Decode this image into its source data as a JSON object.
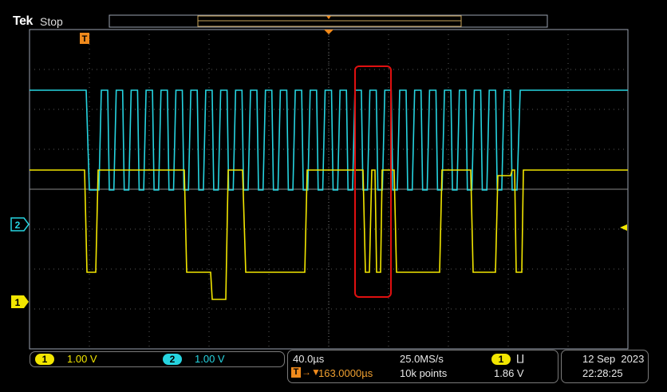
{
  "header": {
    "brand": "Tek",
    "acq_state": "Stop"
  },
  "channels": [
    {
      "id": "1",
      "scale": "1.00 V",
      "color": "#f2e600"
    },
    {
      "id": "2",
      "scale": "1.00 V",
      "color": "#26d4e0"
    }
  ],
  "colors": {
    "trigger": "#f08a1c",
    "grid": "#5a5a5a",
    "highlight": "#e01010",
    "frame": "#9aa2b0"
  },
  "timebase": {
    "scale": "40.0µs",
    "sample_rate": "25.0MS/s",
    "trigger_delay": "163.0000µs",
    "record_length": "10k points"
  },
  "trigger": {
    "source": "1",
    "slope_icon": "rising-edge-icon",
    "level": "1.86 V"
  },
  "datetime": {
    "date": "12 Sep  2023",
    "time": "22:28:25"
  },
  "markers": {
    "trigger_label": "T",
    "ch1_label": "1",
    "ch2_label": "2"
  }
}
